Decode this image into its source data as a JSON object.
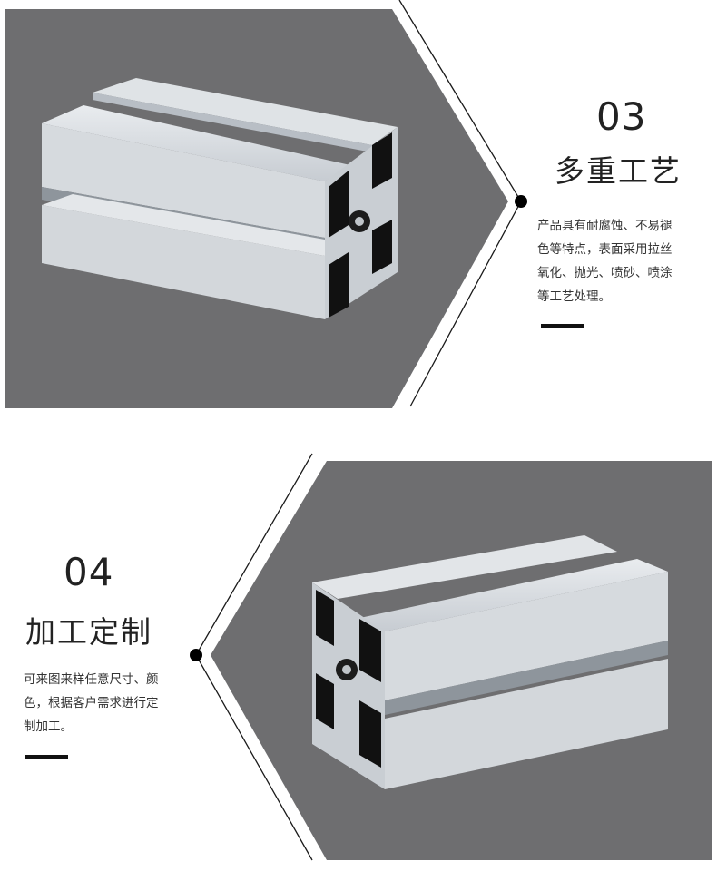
{
  "sections": [
    {
      "number": "03",
      "title": "多重工艺",
      "description_lines": [
        "产品具有耐腐蚀、不易褪",
        "色等特点，表面采用拉丝",
        "氧化、抛光、喷砂、喷涂",
        "等工艺处理。"
      ],
      "image": "aluminum-profile-angle-left"
    },
    {
      "number": "04",
      "title": "加工定制",
      "description_lines": [
        "可来图来样任意尺寸、颜",
        "色，根据客户需求进行定",
        "制加工。"
      ],
      "image": "aluminum-profile-angle-right"
    }
  ],
  "colors": {
    "panel_gray": "#6e6e70",
    "line_dark": "#1a1a1a",
    "text": "#222222"
  }
}
